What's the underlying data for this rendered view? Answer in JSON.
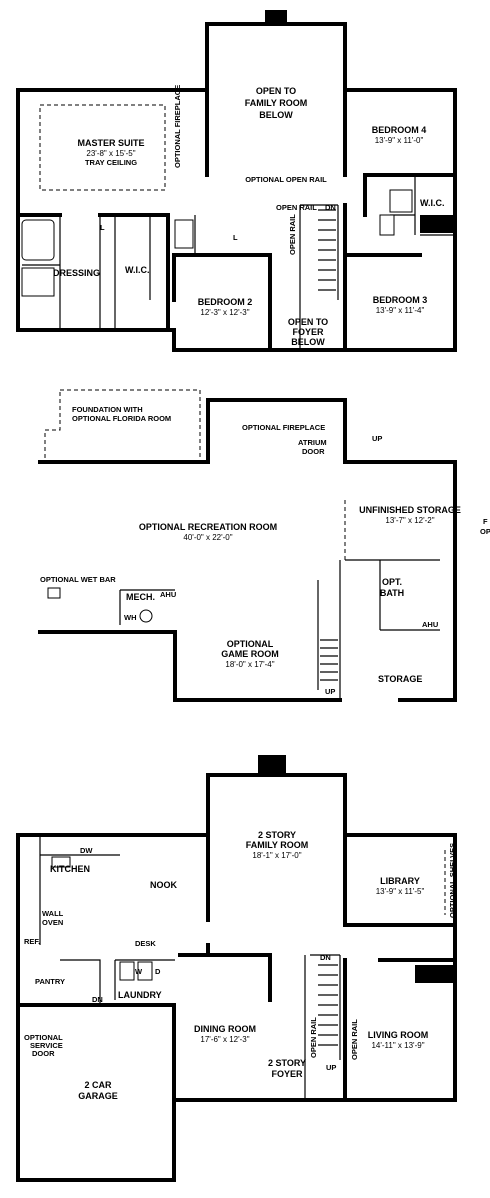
{
  "upper_floor": {
    "open_family": [
      "OPEN TO",
      "FAMILY ROOM",
      "BELOW"
    ],
    "optional_fireplace": "OPTIONAL FIREPLACE",
    "master_suite": {
      "name": "MASTER SUITE",
      "dim": "23'-8\" x 15'-5\"",
      "note": "TRAY CEILING"
    },
    "bedroom4": {
      "name": "BEDROOM 4",
      "dim": "13'-9\" x 11'-0\""
    },
    "optional_open_rail": "OPTIONAL OPEN RAIL",
    "open_rail_top": "OPEN RAIL",
    "dn": "DN",
    "open_rail_side": "OPEN RAIL",
    "wic_left": "W.I.C.",
    "wic_right": "W.I.C.",
    "dressing": "DRESSING",
    "l_left": "L",
    "l_right": "L",
    "bedroom2": {
      "name": "BEDROOM 2",
      "dim": "12'-3\" x 12'-3\""
    },
    "open_foyer": [
      "OPEN TO",
      "FOYER",
      "BELOW"
    ],
    "bedroom3": {
      "name": "BEDROOM 3",
      "dim": "13'-9\" x 11'-4\""
    }
  },
  "basement": {
    "foundation": [
      "FOUNDATION WITH",
      "OPTIONAL FLORIDA ROOM"
    ],
    "optional_fireplace": "OPTIONAL FIREPLACE",
    "up_top": "UP",
    "atrium_door": [
      "ATRIUM",
      "DOOR"
    ],
    "unfinished_storage": {
      "name": "UNFINISHED STORAGE",
      "dim": "13'-7\" x 12'-2\""
    },
    "recreation": {
      "name": "OPTIONAL RECREATION ROOM",
      "dim": "40'-0\" x 22'-0\""
    },
    "wet_bar": "OPTIONAL WET BAR",
    "mech": "MECH.",
    "ahu_left": "AHU",
    "wh": "WH",
    "opt_bath": [
      "OPT.",
      "BATH"
    ],
    "ahu_right": "AHU",
    "game_room": {
      "name": [
        "OPTIONAL",
        "GAME ROOM"
      ],
      "dim": "18'-0\" x 17'-4\""
    },
    "up_bottom": "UP",
    "storage": "STORAGE",
    "edge_right": [
      "F",
      "OP"
    ]
  },
  "main_floor": {
    "family_room": {
      "name": [
        "2 STORY",
        "FAMILY ROOM"
      ],
      "dim": "18'-1\" x 17'-0\""
    },
    "dw": "DW",
    "kitchen": "KITCHEN",
    "nook": "NOOK",
    "library": {
      "name": "LIBRARY",
      "dim": "13'-9\" x 11'-5\""
    },
    "optional_shelves": "OPTIONAL SHELVES",
    "wall_oven": [
      "WALL",
      "OVEN"
    ],
    "desk": "DESK",
    "ref": "REF.",
    "dn_stair": "DN",
    "pantry": "PANTRY",
    "w": "W",
    "d": "D",
    "laundry": "LAUNDRY",
    "dn_garage": "DN",
    "service_door": [
      "OPTIONAL",
      "SERVICE",
      "DOOR"
    ],
    "dining": {
      "name": "DINING ROOM",
      "dim": "17'-6\" x 12'-3\""
    },
    "open_rail_left": "OPEN RAIL",
    "open_rail_right": "OPEN RAIL",
    "living": {
      "name": "LIVING ROOM",
      "dim": "14'-11\" x 13'-9\""
    },
    "garage": [
      "2 CAR",
      "GARAGE"
    ],
    "up": "UP",
    "foyer": [
      "2 STORY",
      "FOYER"
    ]
  }
}
